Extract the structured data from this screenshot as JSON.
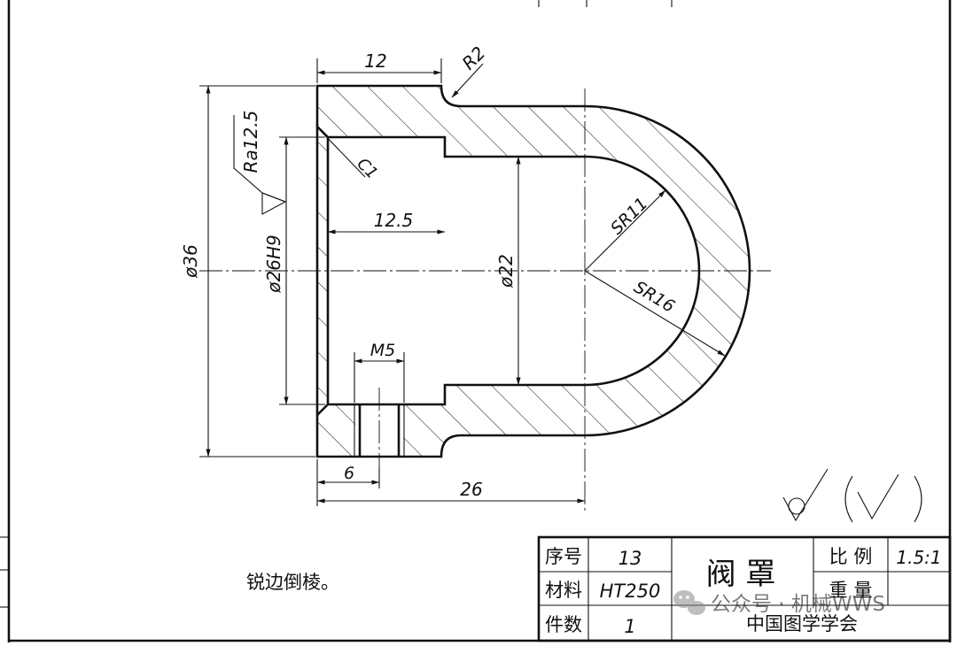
{
  "dimensions": {
    "top_length": "12",
    "fillet": "R2",
    "chamfer": "C1",
    "roughness": "Ra12.5",
    "outer_diameter": "ø36",
    "bore_diameter": "ø26H9",
    "bore_depth": "12.5",
    "inner_diameter": "ø22",
    "inner_sphere": "SR11",
    "outer_sphere": "SR16",
    "thread": "M5",
    "hole_position": "6",
    "total_length": "26"
  },
  "note": "锐边倒棱。",
  "title_block": {
    "seq_label": "序号",
    "seq_value": "13",
    "material_label": "材料",
    "material_value": "HT250",
    "count_label": "件数",
    "count_value": "1",
    "part_name": "阀 罩",
    "scale_label": "比 例",
    "scale_value": "1.5:1",
    "weight_label": "重 量",
    "organization": "中国图学学会"
  },
  "watermark": "公众号 · 机械WWS"
}
